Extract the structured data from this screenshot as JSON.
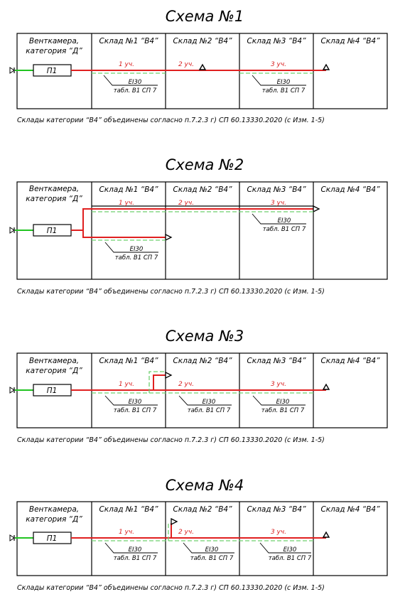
{
  "schemes": [
    {
      "title": "Схема №1",
      "first_cell": [
        "Венткамера,",
        "категория “Д”"
      ],
      "rooms": [
        "Склад №1 “В4”",
        "Склад №2 “В4”",
        "Склад №3 “В4”",
        "Склад №4 “В4”"
      ],
      "unit": "П1",
      "segments": [
        "1 уч.",
        "2 уч.",
        "3 уч."
      ],
      "fire_rating": "EI30",
      "table_ref": "табл. В1 СП 7",
      "note": "Склады категории “В4” объединены согласно п.7.2.3 г) СП 60.13330.2020 (с Изм. 1-5)"
    },
    {
      "title": "Схема №2",
      "first_cell": [
        "Венткамера,",
        "категория “Д”"
      ],
      "rooms": [
        "Склад №1 “В4”",
        "Склад №2 “В4”",
        "Склад №3 “В4”",
        "Склад №4 “В4”"
      ],
      "unit": "П1",
      "segments": [
        "1 уч.",
        "2 уч.",
        "3 уч."
      ],
      "fire_rating": "EI30",
      "table_ref": "табл. В1 СП 7",
      "note": "Склады категории “В4” объединены согласно п.7.2.3 г) СП 60.13330.2020 (с Изм. 1-5)"
    },
    {
      "title": "Схема №3",
      "first_cell": [
        "Венткамера,",
        "категория “Д”"
      ],
      "rooms": [
        "Склад №1 “В4”",
        "Склад №2 “В4”",
        "Склад №3 “В4”",
        "Склад №4 “В4”"
      ],
      "unit": "П1",
      "segments": [
        "1 уч.",
        "2 уч.",
        "3 уч."
      ],
      "fire_rating": "EI30",
      "table_ref": "табл. В1 СП 7",
      "note": "Склады категории “В4” объединены согласно п.7.2.3 г) СП 60.13330.2020 (с Изм. 1-5)"
    },
    {
      "title": "Схема №4",
      "first_cell": [
        "Венткамера,",
        "категория “Д”"
      ],
      "rooms": [
        "Склад №1 “В4”",
        "Склад №2 “В4”",
        "Склад №3 “В4”",
        "Склад №4 “В4”"
      ],
      "unit": "П1",
      "segments": [
        "1 уч.",
        "2 уч.",
        "3 уч."
      ],
      "fire_rating": "EI30",
      "table_ref": "табл. В1 СП 7",
      "note": "Склады категории “В4” объединены согласно п.7.2.3 г) СП 60.13330.2020 (с Изм. 1-5)"
    }
  ],
  "colors": {
    "duct": "#e02020",
    "intake": "#21c421",
    "fireproofing": "#6fd06f",
    "outline": "#000000"
  }
}
